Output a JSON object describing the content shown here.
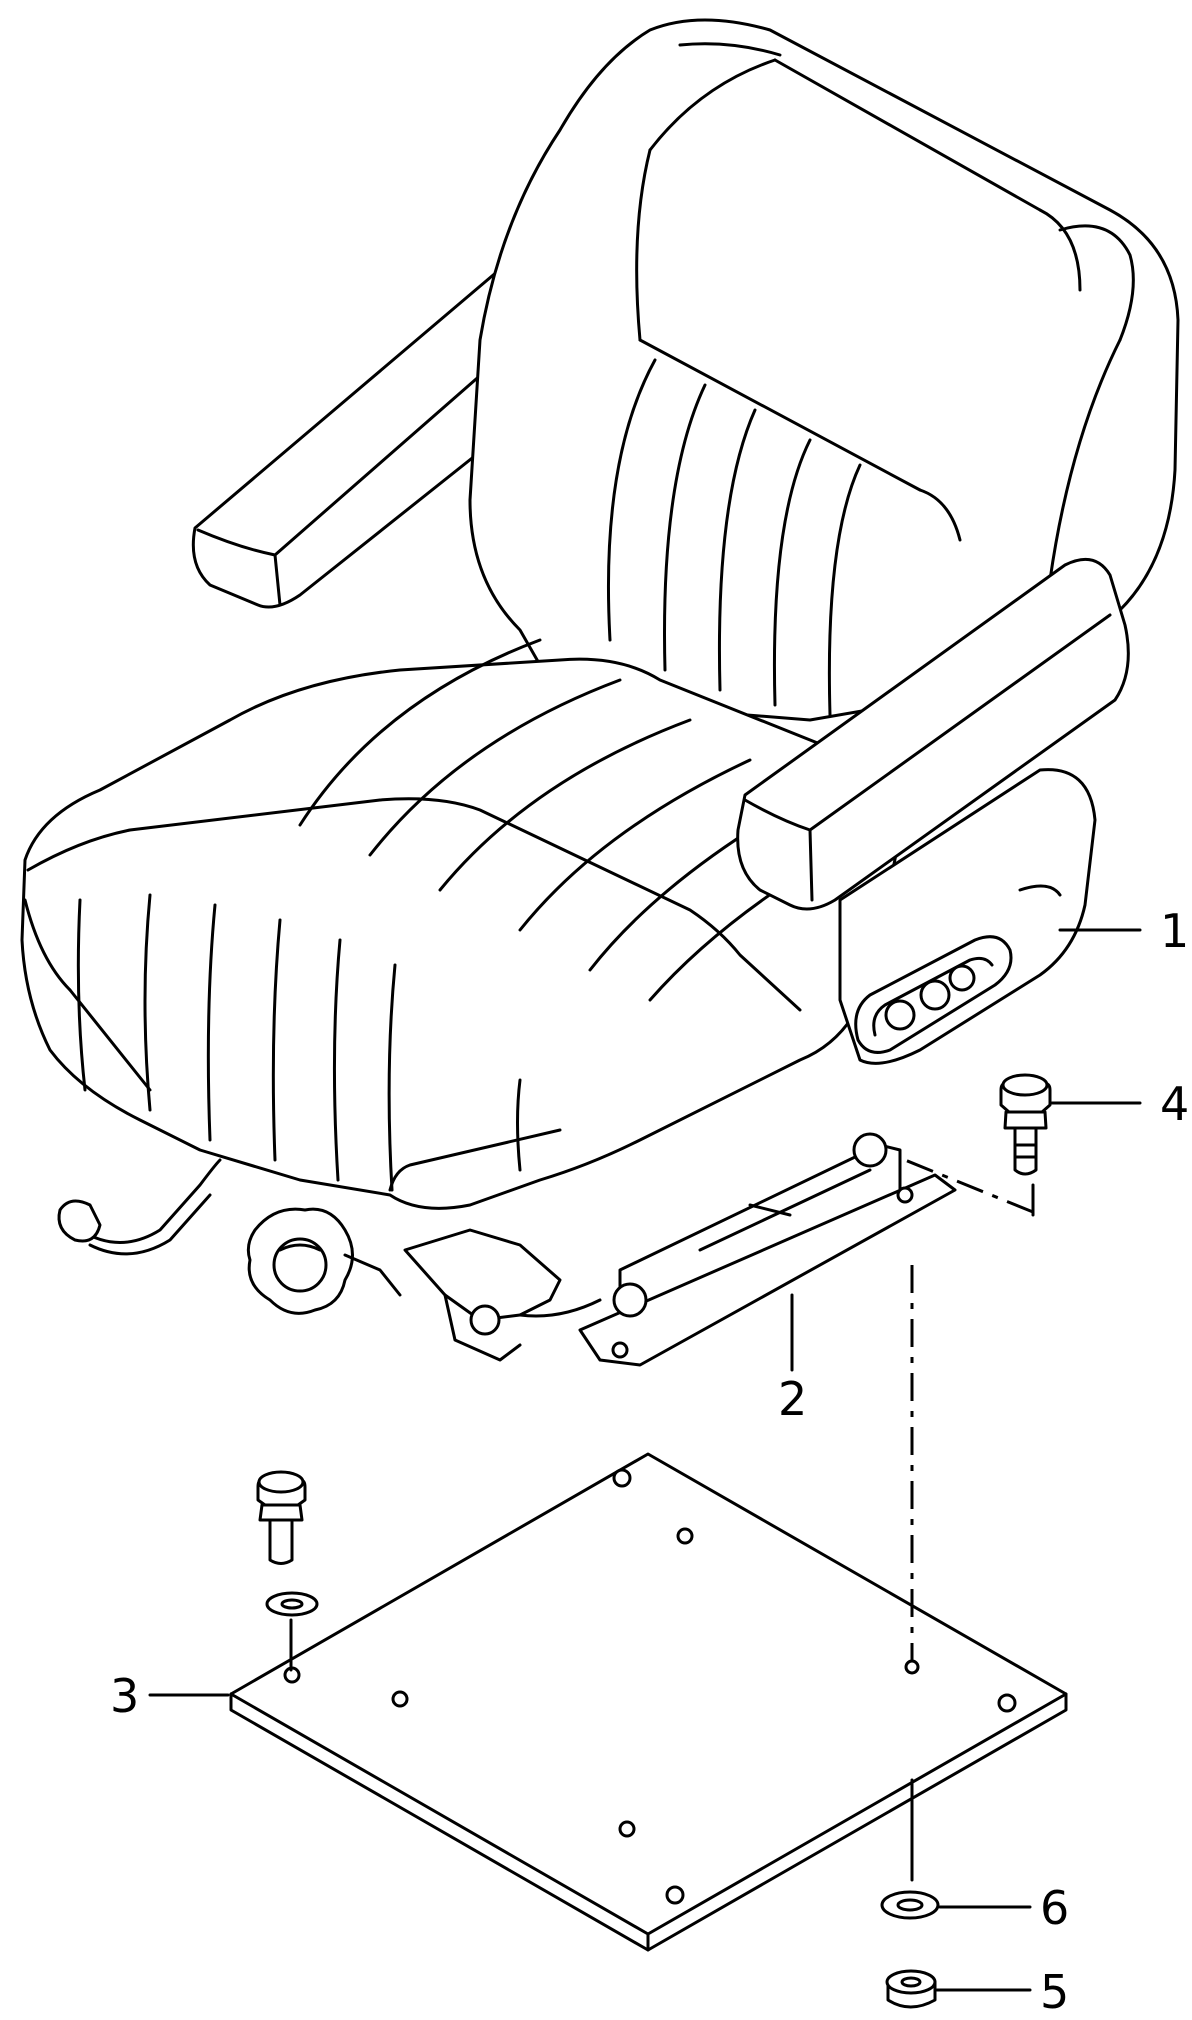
{
  "diagram": {
    "callouts": [
      {
        "id": "seat",
        "label": "1"
      },
      {
        "id": "rail",
        "label": "2"
      },
      {
        "id": "plate",
        "label": "3"
      },
      {
        "id": "bolt",
        "label": "4"
      },
      {
        "id": "nut",
        "label": "5"
      },
      {
        "id": "washer",
        "label": "6"
      }
    ],
    "stroke_color": "#000000",
    "background_color": "#ffffff"
  }
}
